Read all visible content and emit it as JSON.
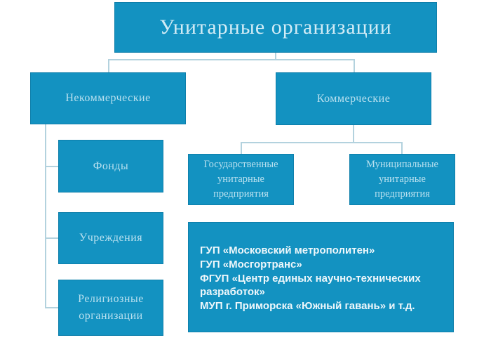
{
  "colors": {
    "box_fill": "#1392c1",
    "box_border": "#0e7fab",
    "title_text": "#d2ecf6",
    "label_text": "#b8e0ef",
    "examples_text": "#eef7fb",
    "connector": "#b3d2de",
    "background": "#ffffff"
  },
  "diagram": {
    "root": {
      "label": "Унитарные организации"
    },
    "level1": [
      {
        "id": "noncommercial",
        "label": "Некоммерческие"
      },
      {
        "id": "commercial",
        "label": "Коммерческие"
      }
    ],
    "noncommercial_children": [
      {
        "id": "funds",
        "label": "Фонды"
      },
      {
        "id": "institutions",
        "label": "Учреждения"
      },
      {
        "id": "religious",
        "label": "Религиозные организации"
      }
    ],
    "commercial_children": [
      {
        "id": "state",
        "label": "Государственные унитарные предприятия"
      },
      {
        "id": "municipal",
        "label": "Муниципальные унитарные предприятия"
      }
    ]
  },
  "examples": {
    "items": [
      "ГУП «Московский метрополитен»",
      "ГУП «Мосгортранс»",
      "ФГУП «Центр единых научно-технических разработок»",
      "МУП г. Приморска «Южный гавань» и т.д."
    ]
  }
}
